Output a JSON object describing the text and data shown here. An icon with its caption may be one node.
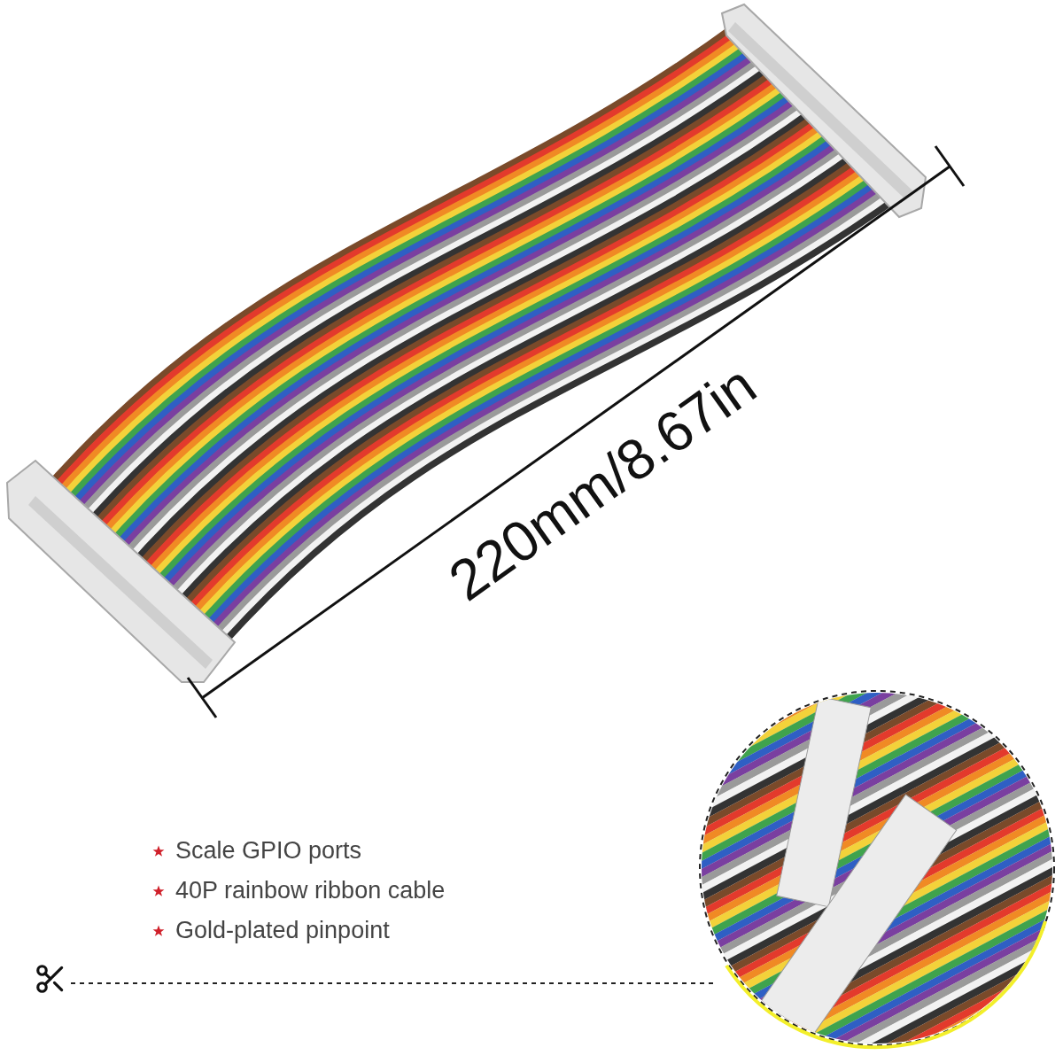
{
  "diagram": {
    "labels": [
      "220mm/8.67in",
      "Scale GPIO ports",
      "40P rainbow ribbon cable",
      "Gold-plated pinpoint"
    ]
  }
}
